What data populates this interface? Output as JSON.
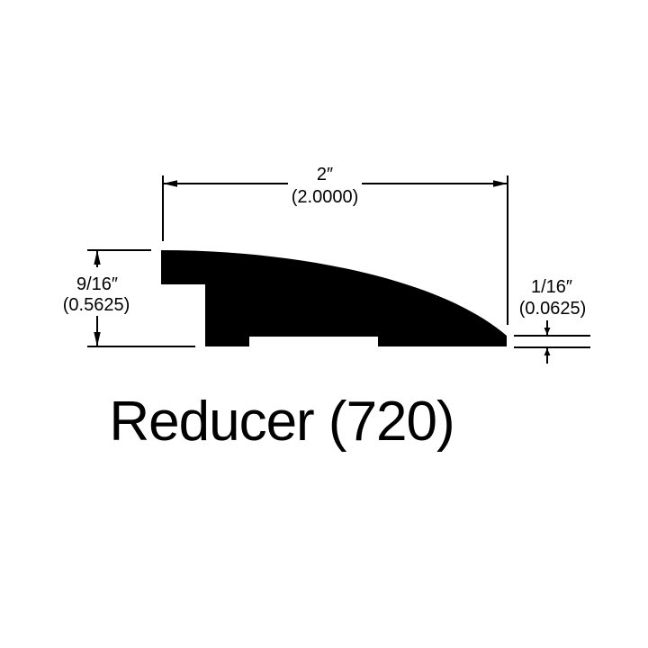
{
  "colors": {
    "ink": "#000000",
    "background": "#ffffff"
  },
  "diagram": {
    "title": "Reducer (720)",
    "dimensions": {
      "width": {
        "label": "2″",
        "decimal": "(2.0000)"
      },
      "height": {
        "label": "9/16″",
        "decimal": "(0.5625)"
      },
      "edge": {
        "label": "1/16″",
        "decimal": "(0.0625)"
      }
    }
  }
}
